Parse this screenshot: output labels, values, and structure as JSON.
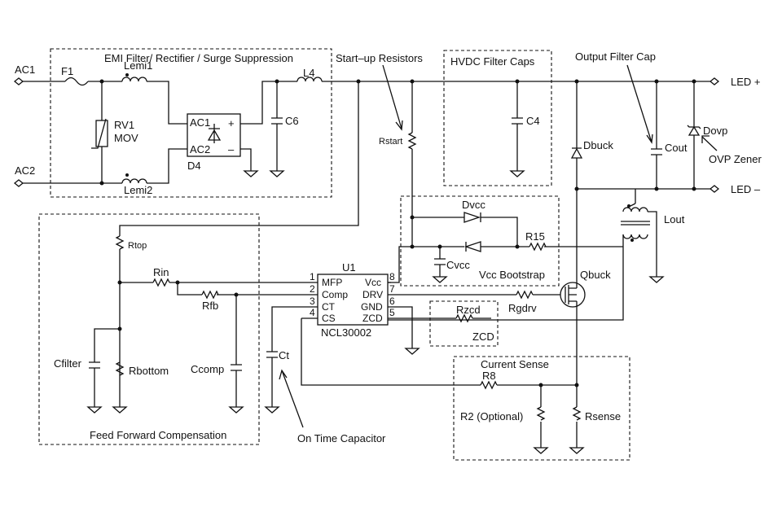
{
  "terminals": {
    "ac1": "AC1",
    "ac2": "AC2",
    "led_plus": "LED +",
    "led_minus": "LED –"
  },
  "blocks": {
    "emi": "EMI Filter/ Rectifier / Surge Suppression",
    "startup": "Start–up Resistors",
    "hvdc": "HVDC Filter Caps",
    "output_cap": "Output Filter Cap",
    "ovp": "OVP Zener",
    "vcc_bootstrap": "Vcc Bootstrap",
    "feed_forward": "Feed Forward Compensation",
    "on_time": "On Time Capacitor",
    "current_sense": "Current Sense",
    "zcd": "ZCD"
  },
  "components": {
    "f1": "F1",
    "lemi1": "Lemi1",
    "lemi2": "Lemi2",
    "rv1": "RV1",
    "mov": "MOV",
    "d4": "D4",
    "ac1_pin": "AC1",
    "ac2_pin": "AC2",
    "plus": "+",
    "minus": "–",
    "c6": "C6",
    "l4": "L4",
    "rstart": "Rstart",
    "c4": "C4",
    "dbuck": "Dbuck",
    "cout": "Cout",
    "dovp": "Dovp",
    "lout": "Lout",
    "dvcc": "Dvcc",
    "r15": "R15",
    "cvcc": "Cvcc",
    "qbuck": "Qbuck",
    "rgdrv": "Rgdrv",
    "rzcd": "Rzcd",
    "rtop": "Rtop",
    "rin": "Rin",
    "rfb": "Rfb",
    "cfilter": "Cfilter",
    "rbottom": "Rbottom",
    "ccomp": "Ccomp",
    "ct": "Ct",
    "r8": "R8",
    "r2": "R2 (Optional)",
    "rsense": "Rsense"
  },
  "ic": {
    "ref": "U1",
    "part": "NCL30002",
    "pins_left": [
      {
        "num": "1",
        "name": "MFP"
      },
      {
        "num": "2",
        "name": "Comp"
      },
      {
        "num": "3",
        "name": "CT"
      },
      {
        "num": "4",
        "name": "CS"
      }
    ],
    "pins_right": [
      {
        "num": "8",
        "name": "Vcc"
      },
      {
        "num": "7",
        "name": "DRV"
      },
      {
        "num": "6",
        "name": "GND"
      },
      {
        "num": "5",
        "name": "ZCD"
      }
    ]
  }
}
